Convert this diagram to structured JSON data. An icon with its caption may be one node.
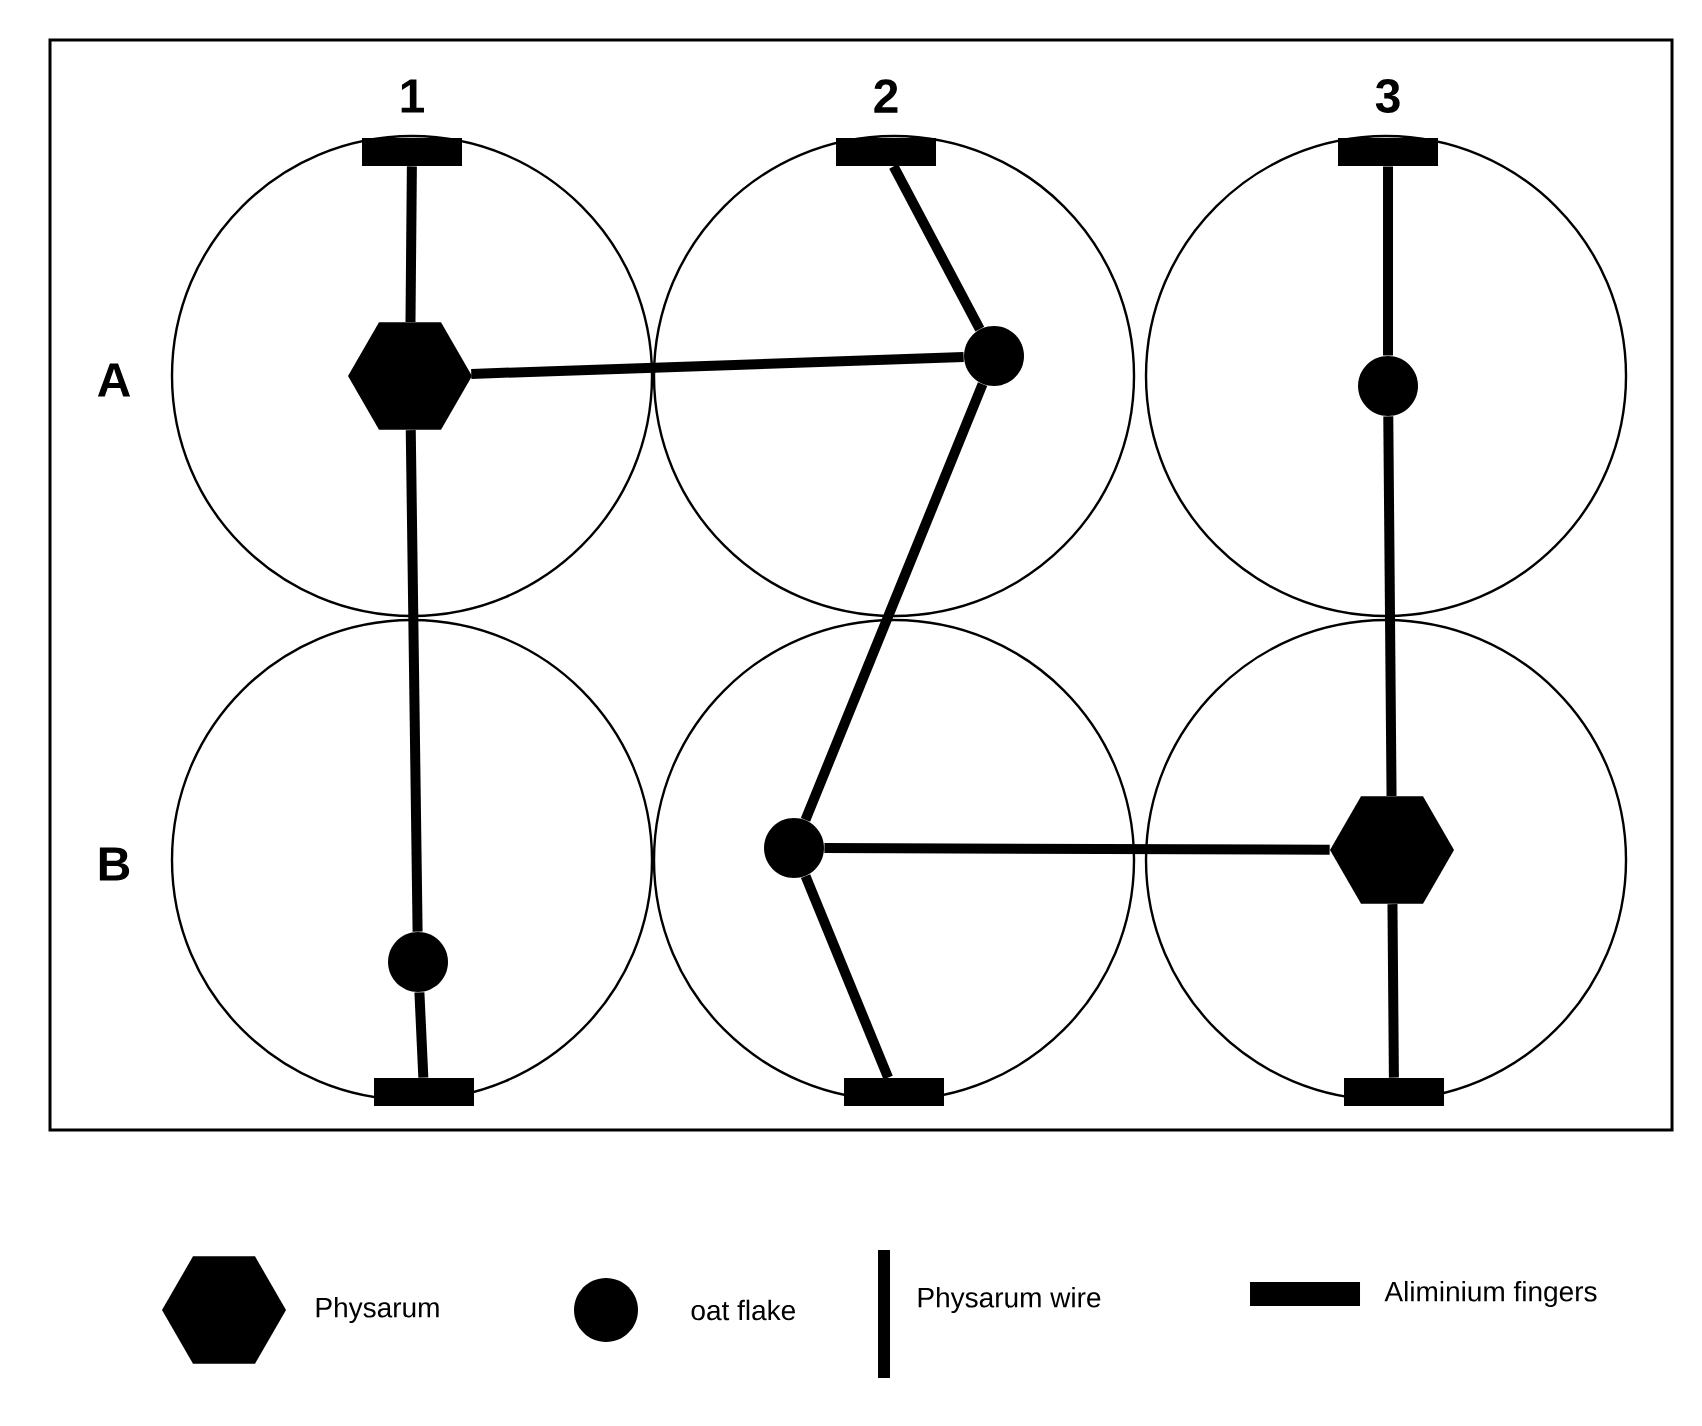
{
  "diagram": {
    "nodes": [
      {
        "text": [],
        "shape": "bar"
      },
      {
        "text": [],
        "shape": "bar"
      },
      {
        "text": [],
        "shape": "bar"
      },
      {
        "text": [],
        "shape": "hexagon"
      },
      {
        "text": [],
        "shape": "circle"
      },
      {
        "text": [],
        "shape": "circle"
      },
      {
        "text": [],
        "shape": "circle"
      },
      {
        "text": [],
        "shape": "hexagon"
      },
      {
        "text": [],
        "shape": "circle"
      },
      {
        "text": [],
        "shape": "bar"
      },
      {
        "text": [],
        "shape": "bar"
      },
      {
        "text": [],
        "shape": "bar"
      }
    ],
    "edges": [
      {
        "from": 0,
        "to": 3,
        "arrow": "none"
      },
      {
        "from": 3,
        "to": 4,
        "arrow": "none"
      },
      {
        "from": 1,
        "to": 4,
        "arrow": "none"
      },
      {
        "from": 4,
        "to": 6,
        "arrow": "none"
      },
      {
        "from": 6,
        "to": 10,
        "arrow": "none"
      },
      {
        "from": 6,
        "to": 7,
        "arrow": "none"
      },
      {
        "from": 2,
        "to": 5,
        "arrow": "none"
      },
      {
        "from": 5,
        "to": 7,
        "arrow": "none"
      },
      {
        "from": 7,
        "to": 11,
        "arrow": "none"
      },
      {
        "from": 3,
        "to": 8,
        "arrow": "none"
      },
      {
        "from": 8,
        "to": 9,
        "arrow": "none"
      }
    ],
    "labels": [
      "1",
      "2",
      "3",
      "A",
      "B"
    ],
    "legend": [
      {
        "text": "Physarum"
      },
      {
        "text": "oat flake"
      },
      {
        "text": "Physarum wire"
      },
      {
        "text": "Aliminium fingers"
      }
    ]
  }
}
